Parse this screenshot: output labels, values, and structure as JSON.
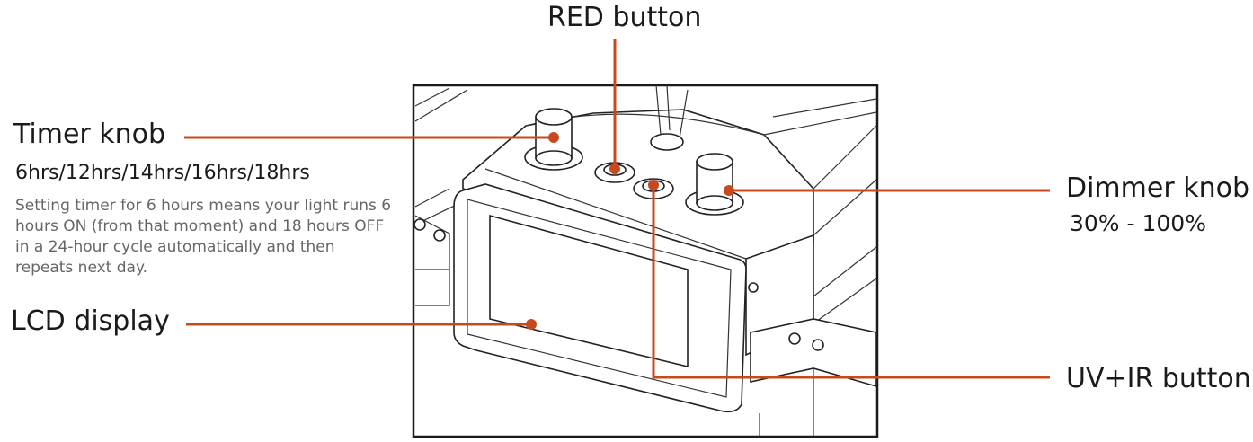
{
  "accent_color": "#c9491f",
  "callouts": {
    "red_button": {
      "title": "RED button"
    },
    "timer_knob": {
      "title": "Timer knob",
      "options": "6hrs/12hrs/14hrs/16hrs/18hrs",
      "description": "Setting timer for 6 hours means your light runs 6 hours ON (from that moment) and 18 hours OFF in a 24-hour cycle automatically and then repeats next day."
    },
    "lcd_display": {
      "title": "LCD display"
    },
    "dimmer_knob": {
      "title": "Dimmer knob",
      "range": "30% - 100%"
    },
    "uv_ir_button": {
      "title": "UV+IR button"
    }
  }
}
